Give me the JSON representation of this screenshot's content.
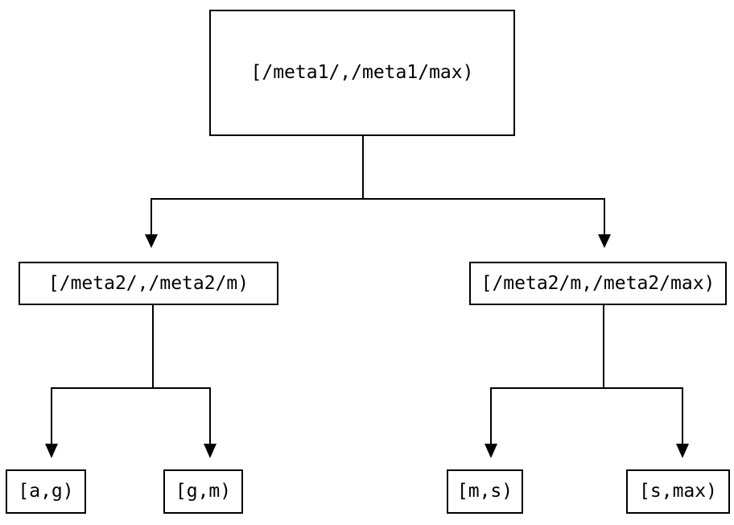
{
  "diagram": {
    "type": "tree",
    "description": "Binary interval-partition tree",
    "colors": {
      "background": "#ffffff",
      "line": "#000000",
      "box_fill": "#ffffff",
      "text": "#000000"
    },
    "nodes": {
      "root": {
        "label": "[/meta1/,/meta1/max)"
      },
      "left": {
        "label": "[/meta2/,/meta2/m)"
      },
      "right": {
        "label": "[/meta2/m,/meta2/max)"
      },
      "leaf_ag": {
        "label": "[a,g)"
      },
      "leaf_gm": {
        "label": "[g,m)"
      },
      "leaf_ms": {
        "label": "[m,s)"
      },
      "leaf_smax": {
        "label": "[s,max)"
      }
    },
    "edges": [
      {
        "from": "root",
        "to": "left"
      },
      {
        "from": "root",
        "to": "right"
      },
      {
        "from": "left",
        "to": "leaf_ag"
      },
      {
        "from": "left",
        "to": "leaf_gm"
      },
      {
        "from": "right",
        "to": "leaf_ms"
      },
      {
        "from": "right",
        "to": "leaf_smax"
      }
    ]
  }
}
